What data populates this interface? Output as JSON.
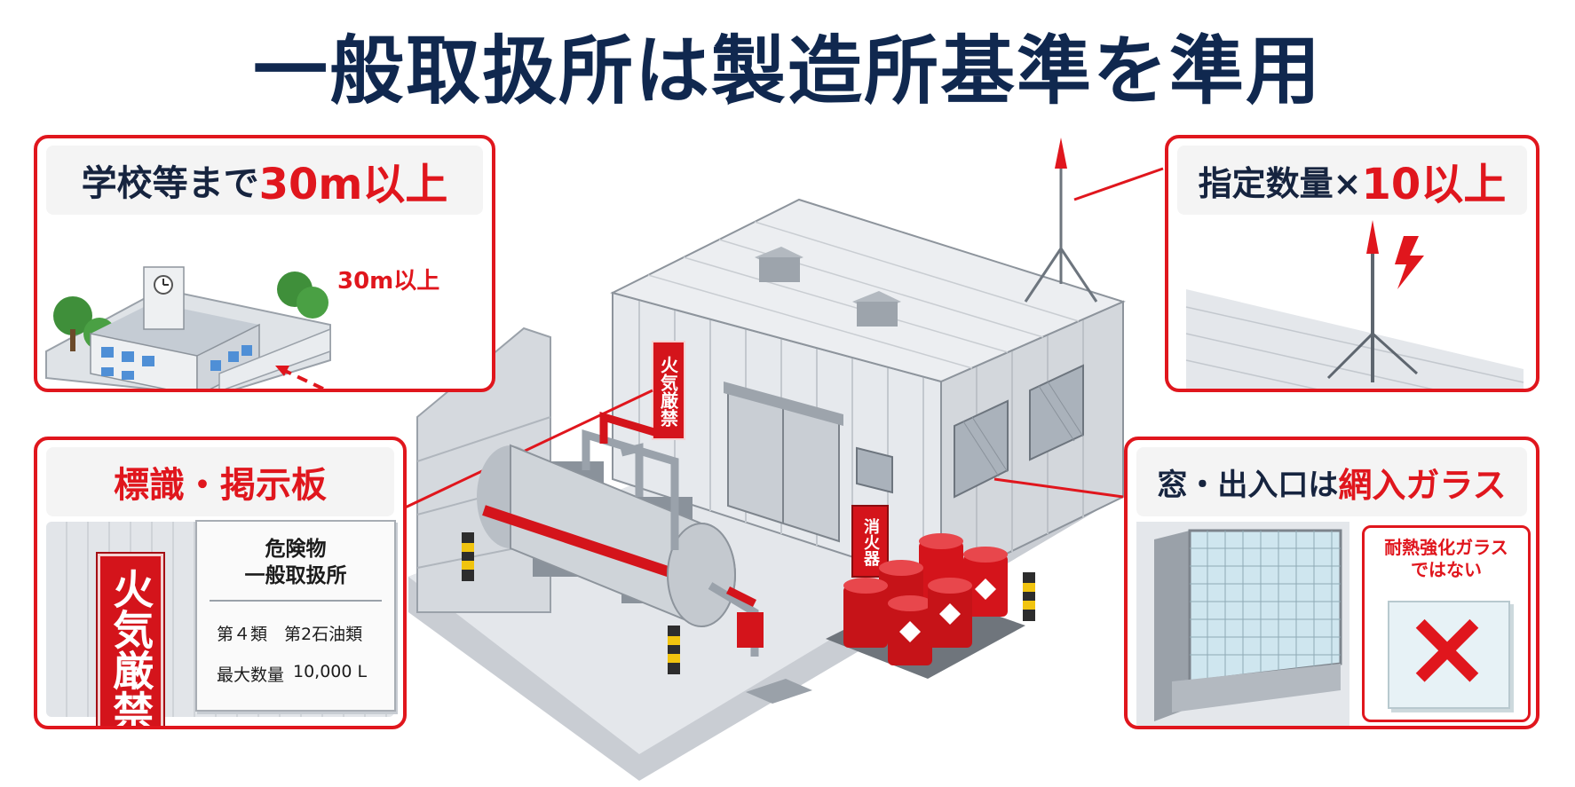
{
  "title": "一般取扱所は製造所基準を準用",
  "colors": {
    "accent_red": "#e0161d",
    "navy": "#10284f",
    "building_gray": "#d9dde2",
    "tank_silver": "#cfd4d9"
  },
  "distance_panel": {
    "heading_prefix": "学校等まで",
    "heading_value": "30m以上",
    "distance_label": "30m以上"
  },
  "lightning_panel": {
    "heading_prefix": "指定数量×",
    "heading_value": "10以上"
  },
  "sign_panel": {
    "heading": "標識・掲示板",
    "fire_sign": "火気厳禁",
    "board_title_1": "危険物",
    "board_title_2": "一般取扱所",
    "class_label": "第４類",
    "type_label": "第2石油類",
    "max_label": "最大数量",
    "max_value": "10,000 L"
  },
  "glass_panel": {
    "heading_prefix": "窓・出入口は",
    "heading_value": "網入ガラス",
    "note_line1": "耐熱強化ガラス",
    "note_line2": "ではない",
    "cross_mark": "×"
  },
  "building": {
    "fire_sign": "火気厳禁",
    "extinguisher_label": "消火器"
  },
  "icons": [
    "school-building-icon",
    "lightning-rod-icon",
    "lightning-bolt-icon",
    "wired-glass-icon",
    "cross-icon",
    "oil-drum-icon",
    "flammable-diamond-icon"
  ]
}
